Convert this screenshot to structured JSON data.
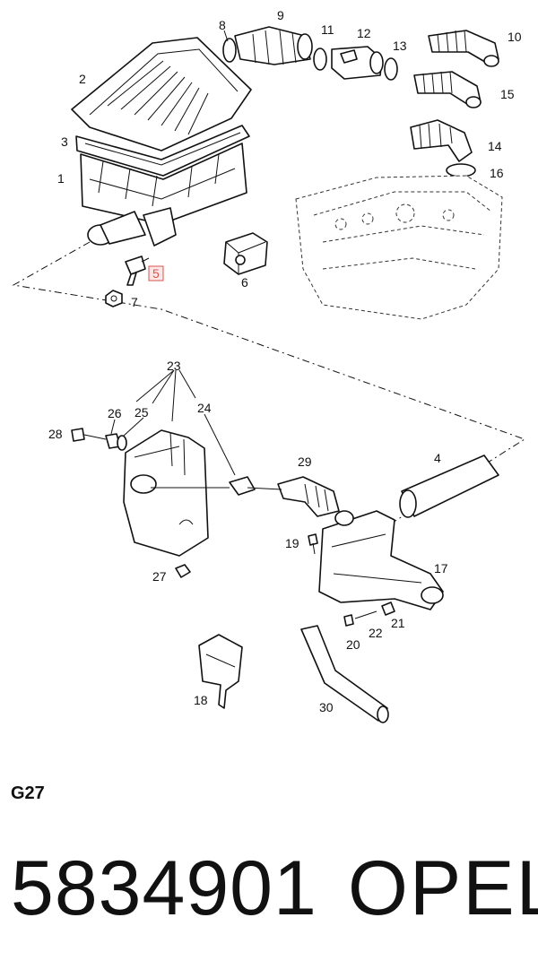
{
  "diagram": {
    "callouts": {
      "c1": "1",
      "c2": "2",
      "c3": "3",
      "c4": "4",
      "c5": "5",
      "c6": "6",
      "c7": "7",
      "c8": "8",
      "c9": "9",
      "c10": "10",
      "c11": "11",
      "c12": "12",
      "c13": "13",
      "c14": "14",
      "c15": "15",
      "c16": "16",
      "c17": "17",
      "c18": "18",
      "c19": "19",
      "c20": "20",
      "c21": "21",
      "c22": "22",
      "c23": "23",
      "c24": "24",
      "c25": "25",
      "c26": "26",
      "c27": "27",
      "c28": "28",
      "c29": "29",
      "c30": "30"
    },
    "highlighted_callout": "5",
    "highlight_color": "#d9534f"
  },
  "footer": {
    "group_code": "G27",
    "part_number": "5834901",
    "brand": "OPEL"
  }
}
